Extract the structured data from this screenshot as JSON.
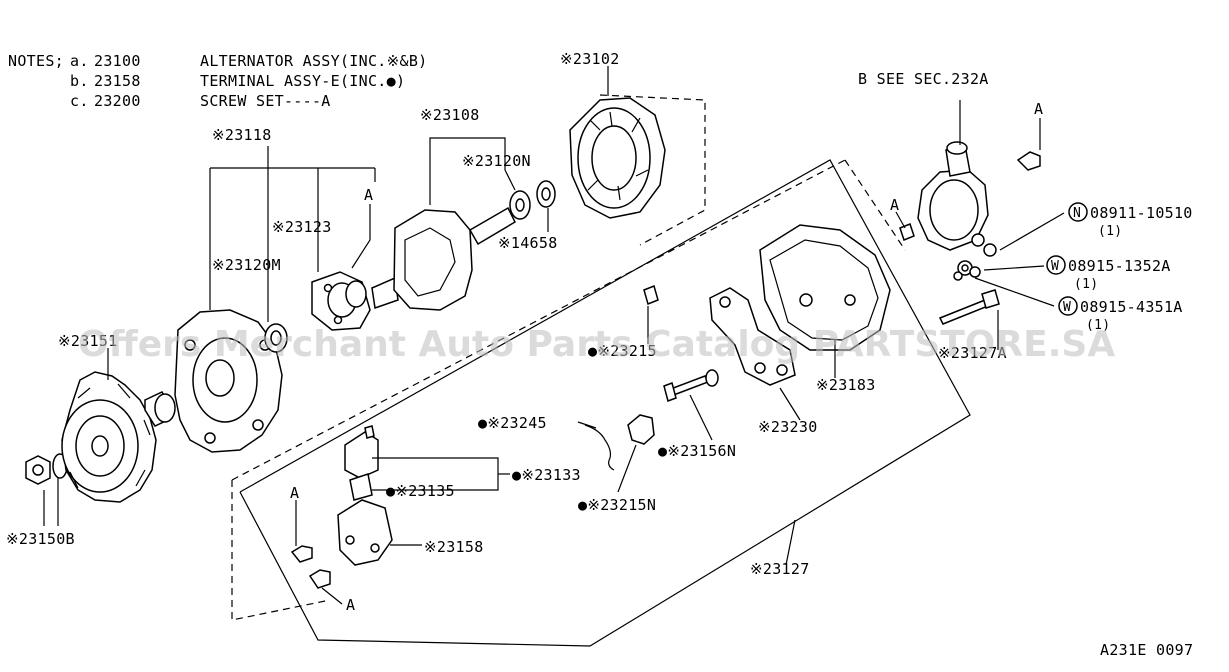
{
  "notes": {
    "heading": "NOTES;",
    "items": [
      {
        "key": "a.",
        "part": "23100",
        "text": "ALTERNATOR ASSY(INC.※&B)"
      },
      {
        "key": "b.",
        "part": "23158",
        "text": "TERMINAL ASSY-E(INC.●)"
      },
      {
        "key": "c.",
        "part": "23200",
        "text": "SCREW SET----A"
      }
    ]
  },
  "see_ref": "B SEE SEC.232A",
  "callouts": {
    "c23102": "※23102",
    "c23108": "※23108",
    "c23118": "※23118",
    "c23120N": "※23120N",
    "c23123": "※23123",
    "c14658": "※14658",
    "c23120M": "※23120M",
    "c23151": "※23151",
    "c23150B": "※23150B",
    "c23215": "●※23215",
    "c23245": "●※23245",
    "c23156N": "●※23156N",
    "c23133": "●※23133",
    "c23135": "●※23135",
    "c23215N": "●※23215N",
    "c23158": "※23158",
    "c23127": "※23127",
    "c23230": "※23230",
    "c23183": "※23183",
    "c23127A": "※23127A"
  },
  "fasteners": [
    {
      "prefix": "N",
      "part": "08911-10510",
      "qty": "(1)"
    },
    {
      "prefix": "W",
      "part": "08915-1352A",
      "qty": "(1)"
    },
    {
      "prefix": "W",
      "part": "08915-4351A",
      "qty": "(1)"
    }
  ],
  "screw_marks": [
    "A",
    "A",
    "A",
    "A",
    "A"
  ],
  "watermark": "Offers Merchant Auto Parts Catalog PARTSTORE.SA",
  "diagram_code": "A231E 0097"
}
